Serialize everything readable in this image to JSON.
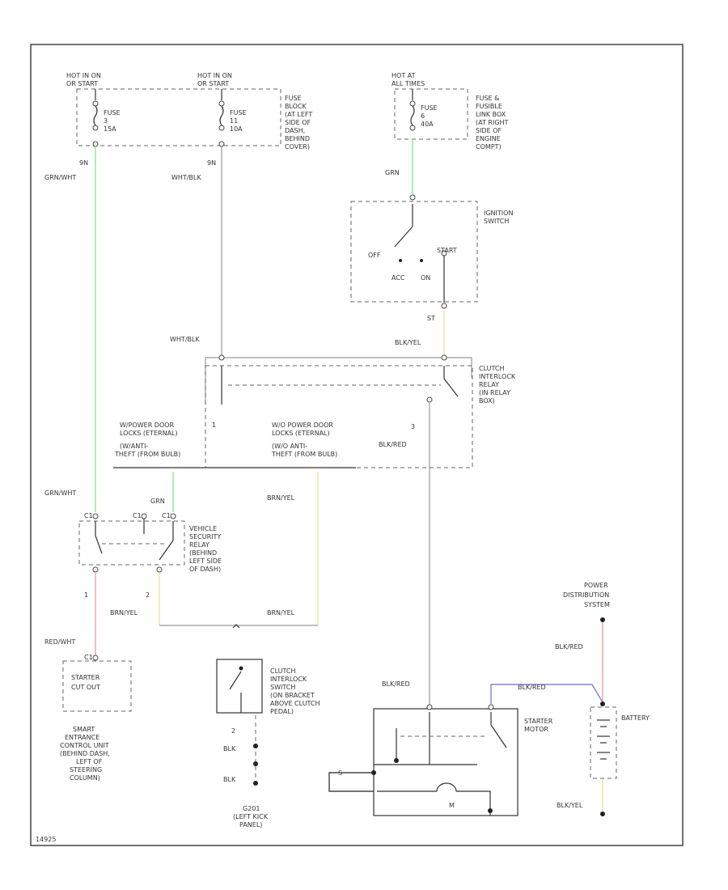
{
  "colors": {
    "gray_wire": "#999999",
    "green_wire": "#7de37d",
    "yellow_wire": "#e8e08a",
    "red_wire": "#e89090",
    "blue_wire": "#6b6bd6",
    "black_wire": "#222222"
  },
  "fuses": {
    "f1": {
      "hot": "HOT IN ON",
      "hot2": "OR START",
      "fuse": "FUSE",
      "num": "3",
      "amp": "15A",
      "pin": "9N",
      "wire": "GRN/WHT"
    },
    "f2": {
      "hot": "HOT IN ON",
      "hot2": "OR START",
      "fuse": "FUSE",
      "num": "11",
      "amp": "10A",
      "pin": "9N",
      "wire": "WHT/BLK"
    },
    "f3": {
      "hot": "HOT AT",
      "hot2": "ALL TIMES",
      "fuse": "FUSE",
      "num": "6",
      "amp": "40A",
      "wire": "GRN"
    },
    "block1": [
      "FUSE",
      "BLOCK",
      "(AT LEFT",
      "SIDE OF",
      "DASH,",
      "BEHIND",
      "COVER)"
    ],
    "block2": [
      "FUSE &",
      "FUSIBLE",
      "LINK BOX",
      "(AT RIGHT",
      "SIDE OF",
      "ENGINE",
      "COMPT)"
    ]
  },
  "ignition": {
    "label": [
      "IGNITION",
      "SWITCH"
    ],
    "off": "OFF",
    "acc": "ACC",
    "on": "ON",
    "start": "START",
    "pin": "ST",
    "wire": "BLK/YEL"
  },
  "interlock_relay": {
    "label": [
      "CLUTCH",
      "INTERLOCK",
      "RELAY",
      "(IN RELAY",
      "BOX)"
    ],
    "wire_in": "WHT/BLK",
    "pin": "3",
    "wire_out": "BLK/RED"
  },
  "branches": {
    "with": [
      "W/POWER DOOR",
      "LOCKS (ETERNAL)"
    ],
    "with_pin": "1",
    "with_theft": "(W/ANTI-",
    "with_theft2": "THEFT (FROM BULB)",
    "without": [
      "W/O POWER DOOR",
      "LOCKS (ETERNAL)"
    ],
    "without_theft": "(W/O ANTI-",
    "without_theft2": "THEFT (FROM BULB)"
  },
  "security_relay": {
    "label": [
      "VEHICLE",
      "SECURITY",
      "RELAY",
      "(BEHIND",
      "LEFT SIDE",
      "OF DASH)"
    ],
    "wire_left": "GRN/WHT",
    "wire_green": "GRN",
    "wire_right": "BRN/YEL",
    "pin_top_l": "C1",
    "pin_top_m": "C1",
    "pin_top_r": "C1",
    "pin_1": "1",
    "pin_2": "2",
    "out_left": "BRN/YEL",
    "out_right": "BRN/YEL"
  },
  "starter_cut": {
    "wire": "RED/WHT",
    "pin": "C1",
    "label": [
      "STARTER",
      "CUT OUT"
    ],
    "module": [
      "SMART",
      "ENTRANCE",
      "CONTROL UNIT",
      "(BEHIND DASH,",
      "LEFT OF",
      "STEERING",
      "COLUMN)"
    ]
  },
  "clutch_switch": {
    "label": [
      "CLUTCH",
      "INTERLOCK",
      "SWITCH",
      "(ON BRACKET",
      "ABOVE CLUTCH",
      "PEDAL)"
    ],
    "pin": "2",
    "wire1": "BLK",
    "wire2": "BLK",
    "ground": [
      "G201",
      "(LEFT KICK",
      "PANEL)"
    ]
  },
  "starter": {
    "wire_in": "BLK/RED",
    "label": [
      "STARTER",
      "MOTOR"
    ],
    "tag": "S",
    "motor": "M",
    "wire_batt": "BLK/RED"
  },
  "battery": {
    "label": "BATTERY",
    "pdc": [
      "POWER",
      "DISTRIBUTION",
      "SYSTEM"
    ],
    "wire_top": "BLK/RED",
    "wire_bot": "BLK/YEL"
  },
  "footer_code": "14925"
}
